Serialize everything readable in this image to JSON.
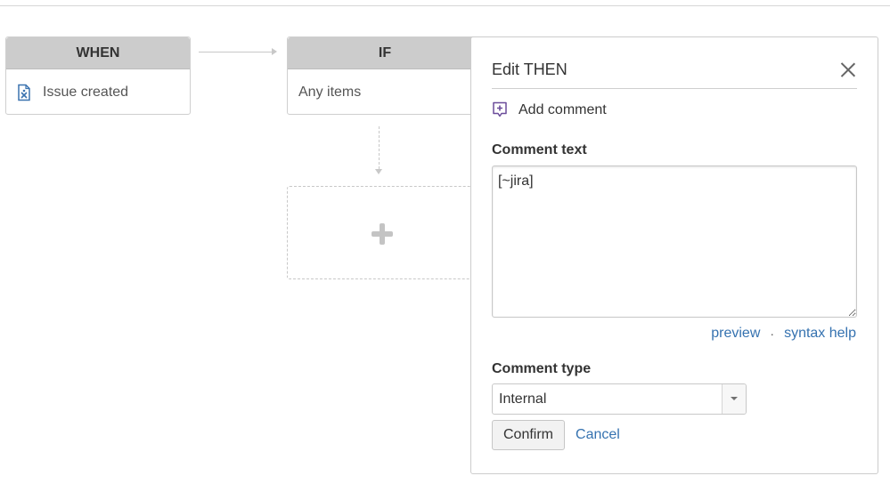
{
  "flow": {
    "when": {
      "title": "WHEN",
      "item": "Issue created",
      "icon": "issue-icon"
    },
    "if": {
      "title": "IF",
      "item": "Any items"
    },
    "add_then": {
      "icon": "plus-icon"
    }
  },
  "panel": {
    "title": "Edit THEN",
    "close_icon": "close-icon",
    "action": {
      "label": "Add comment",
      "icon": "comment-add-icon",
      "icon_color": "#6b4c9a"
    },
    "comment_text": {
      "label": "Comment text",
      "value": "[~jira]"
    },
    "links": {
      "preview": "preview",
      "separator": "·",
      "syntax_help": "syntax help"
    },
    "comment_type": {
      "label": "Comment type",
      "selected": "Internal"
    },
    "buttons": {
      "confirm": "Confirm",
      "cancel": "Cancel"
    }
  },
  "colors": {
    "link": "#3572b0",
    "header_bg": "#cccccc",
    "border": "#cfcfcf"
  }
}
